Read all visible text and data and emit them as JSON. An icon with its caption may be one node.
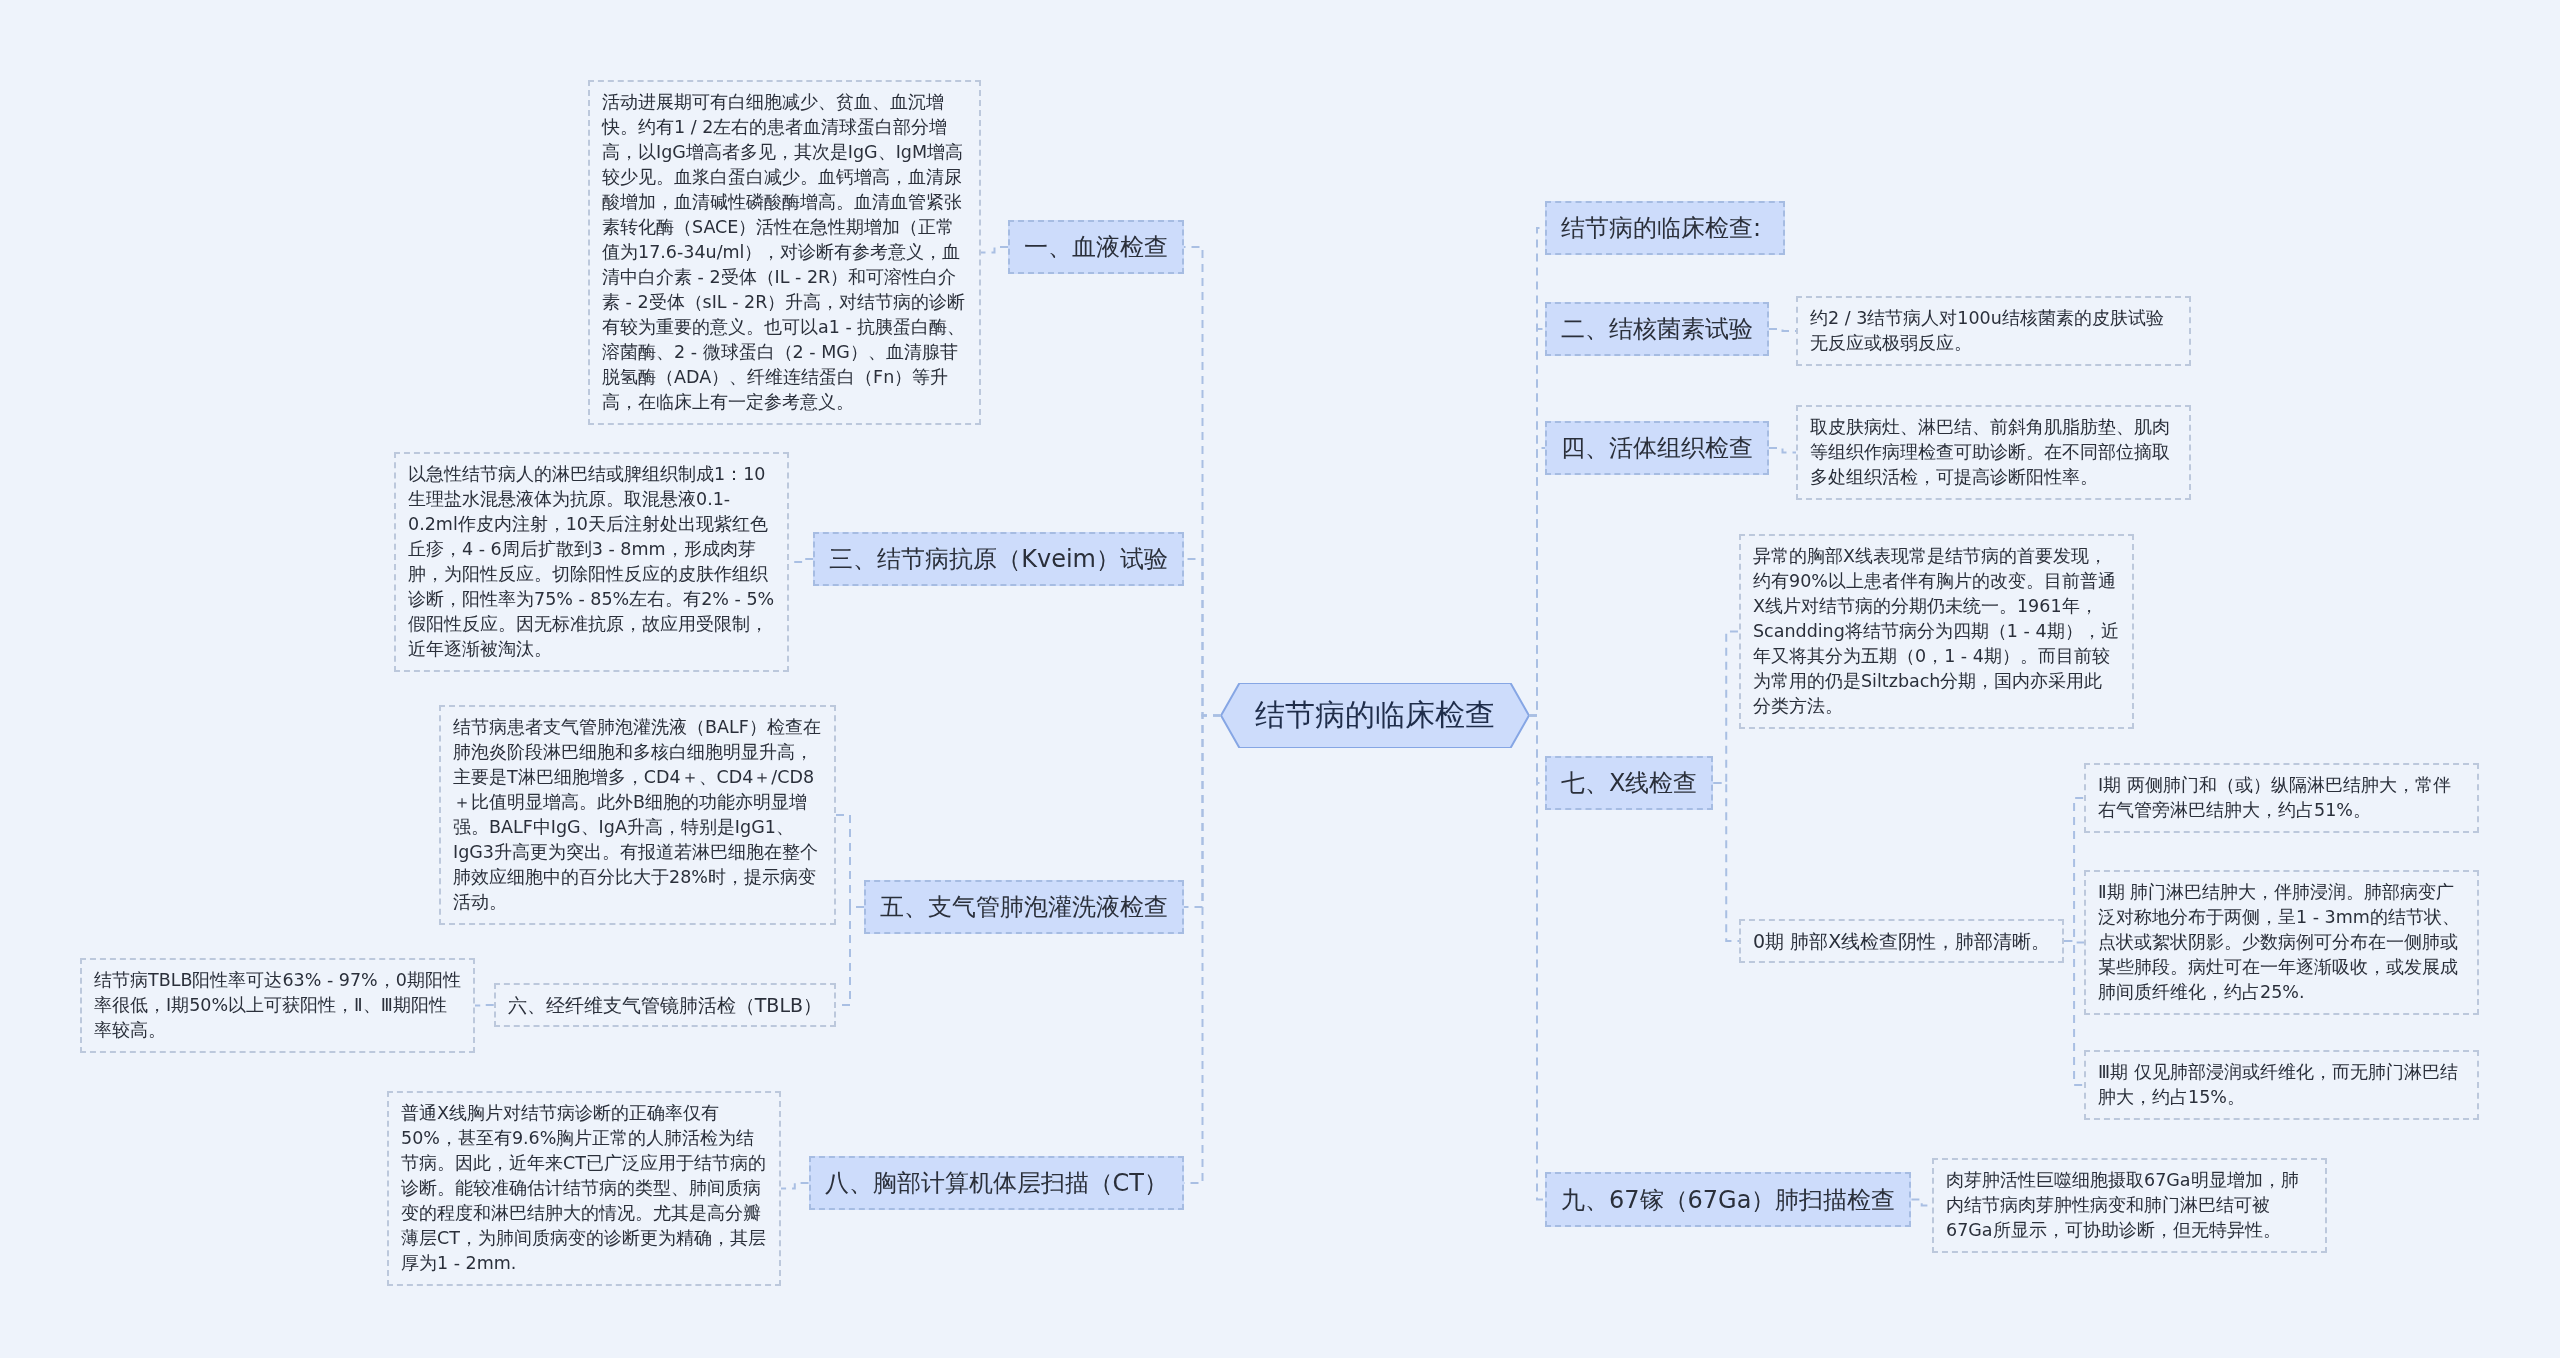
{
  "diagram": {
    "nodes": [
      {
        "text": [
          "结节病的临床检查"
        ]
      },
      {
        "text": [
          "一、血液检查"
        ]
      },
      {
        "text": [
          "活动进展期可有白细胞减少、贫血、血沉增快。约有1 / 2左右的患者血清球蛋白部分增高，以IgG增高者多见，其次是IgG、IgM增高较少见。血浆白蛋白减少。血钙增高，血清尿酸增加，血清碱性磷酸酶增高。血清血管紧张素转化酶（SACE）活性在急性期增加（正常值为17.6-34u/ml），对诊断有参考意义，血清中白介素 - 2受体（IL - 2R）和可溶性白介素 - 2受体（sIL - 2R）升高，对结节病的诊断有较为重要的意义。也可以a1 - 抗胰蛋白酶、溶菌酶、2 - 微球蛋白（2 - MG）、血清腺苷脱氢酶（ADA）、纤维连结蛋白（Fn）等升高，在临床上有一定参考意义。"
        ]
      },
      {
        "text": [
          "三、结节病抗原（Kveim）试验"
        ]
      },
      {
        "text": [
          "以急性结节病人的淋巴结或脾组织制成1：10生理盐水混悬液体为抗原。取混悬液0.1-0.2ml作皮内注射，10天后注射处出现紫红色丘疹，4 - 6周后扩散到3 - 8mm，形成肉芽肿，为阳性反应。切除阳性反应的皮肤作组织诊断，阳性率为75% - 85%左右。有2% - 5%假阳性反应。因无标准抗原，故应用受限制，近年逐渐被淘汰。"
        ]
      },
      {
        "text": [
          "五、支气管肺泡灌洗液检查"
        ]
      },
      {
        "text": [
          "结节病患者支气管肺泡灌洗液（BALF）检查在肺泡炎阶段淋巴细胞和多核白细胞明显升高，主要是T淋巴细胞增多，CD4＋、CD4＋/CD8＋比值明显增高。此外B细胞的功能亦明显增强。BALF中IgG、IgA升高，特别是IgG1、IgG3升高更为突出。有报道若淋巴细胞在整个肺效应细胞中的百分比大于28%时，提示病变活动。"
        ]
      },
      {
        "text": [
          "六、经纤维支气管镜肺活检（TBLB）"
        ]
      },
      {
        "text": [
          "结节病TBLB阳性率可达63% - 97%，0期阳性率很低，Ⅰ期50%以上可获阳性，Ⅱ、Ⅲ期阳性率较高。"
        ]
      },
      {
        "text": [
          "八、胸部计算机体层扫描（CT）"
        ]
      },
      {
        "text": [
          "普通X线胸片对结节病诊断的正确率仅有50%，甚至有9.6%胸片正常的人肺活检为结节病。因此，近年来CT已广泛应用于结节病的诊断。能较准确估计结节病的类型、肺间质病变的程度和淋巴结肿大的情况。尤其是高分瓣薄层CT，为肺间质病变的诊断更为精确，其层厚为1 - 2mm."
        ]
      },
      {
        "text": [
          "结节病的临床检查:"
        ]
      },
      {
        "text": [
          "二、结核菌素试验"
        ]
      },
      {
        "text": [
          "约2 / 3结节病人对100u结核菌素的皮肤试验无反应或极弱反应。"
        ]
      },
      {
        "text": [
          "四、活体组织检查"
        ]
      },
      {
        "text": [
          "取皮肤病灶、淋巴结、前斜角肌脂肪垫、肌肉等组织作病理检查可助诊断。在不同部位摘取多处组织活检，可提高诊断阳性率。"
        ]
      },
      {
        "text": [
          "七、X线检查"
        ]
      },
      {
        "text": [
          "异常的胸部X线表现常是结节病的首要发现，约有90%以上患者伴有胸片的改变。目前普通X线片对结节病的分期仍未统一。1961年，Scandding将结节病分为四期（1 - 4期），近年又将其分为五期（0，1 - 4期）。而目前较为常用的仍是Siltzbach分期，国内亦采用此分类方法。"
        ]
      },
      {
        "text": [
          "0期 肺部X线检查阴性，肺部清晰。"
        ]
      },
      {
        "text": [
          "Ⅰ期 两侧肺门和（或）纵隔淋巴结肿大，常伴右气管旁淋巴结肿大，约占51%。"
        ]
      },
      {
        "text": [
          "Ⅱ期 肺门淋巴结肿大，伴肺浸润。肺部病变广泛对称地分布于两侧，呈1 - 3mm的结节状、点状或絮状阴影。少数病例可分布在一侧肺或某些肺段。病灶可在一年逐渐吸收，或发展成肺间质纤维化，约占25%."
        ]
      },
      {
        "text": [
          "Ⅲ期 仅见肺部浸润或纤维化，而无肺门淋巴结肿大，约占15%。"
        ]
      },
      {
        "text": [
          "九、67镓（67Ga）肺扫描检查"
        ]
      },
      {
        "text": [
          "肉芽肿活性巨噬细胞摄取67Ga明显增加，肺内结节病肉芽肿性病变和肺门淋巴结可被67Ga所显示，可协助诊断，但无特异性。"
        ]
      }
    ],
    "edges": [
      {
        "from": 0,
        "to": 1,
        "arrow": "none",
        "style": "dashed"
      },
      {
        "from": 1,
        "to": 2,
        "arrow": "none",
        "style": "dashed"
      },
      {
        "from": 0,
        "to": 3,
        "arrow": "none",
        "style": "dashed"
      },
      {
        "from": 3,
        "to": 4,
        "arrow": "none",
        "style": "dashed"
      },
      {
        "from": 0,
        "to": 5,
        "arrow": "none",
        "style": "dashed"
      },
      {
        "from": 5,
        "to": 6,
        "arrow": "none",
        "style": "dashed"
      },
      {
        "from": 5,
        "to": 7,
        "arrow": "none",
        "style": "dashed"
      },
      {
        "from": 7,
        "to": 8,
        "arrow": "none",
        "style": "dashed"
      },
      {
        "from": 0,
        "to": 9,
        "arrow": "none",
        "style": "dashed"
      },
      {
        "from": 9,
        "to": 10,
        "arrow": "none",
        "style": "dashed"
      },
      {
        "from": 0,
        "to": 11,
        "arrow": "none",
        "style": "dashed"
      },
      {
        "from": 0,
        "to": 12,
        "arrow": "none",
        "style": "dashed"
      },
      {
        "from": 12,
        "to": 13,
        "arrow": "none",
        "style": "dashed"
      },
      {
        "from": 0,
        "to": 14,
        "arrow": "none",
        "style": "dashed"
      },
      {
        "from": 14,
        "to": 15,
        "arrow": "none",
        "style": "dashed"
      },
      {
        "from": 0,
        "to": 16,
        "arrow": "none",
        "style": "dashed"
      },
      {
        "from": 16,
        "to": 17,
        "arrow": "none",
        "style": "dashed"
      },
      {
        "from": 16,
        "to": 18,
        "arrow": "none",
        "style": "dashed"
      },
      {
        "from": 18,
        "to": 19,
        "arrow": "none",
        "style": "dashed"
      },
      {
        "from": 18,
        "to": 20,
        "arrow": "none",
        "style": "dashed"
      },
      {
        "from": 18,
        "to": 21,
        "arrow": "none",
        "style": "dashed"
      },
      {
        "from": 0,
        "to": 22,
        "arrow": "none",
        "style": "dashed"
      },
      {
        "from": 22,
        "to": 23,
        "arrow": "none",
        "style": "dashed"
      }
    ]
  }
}
